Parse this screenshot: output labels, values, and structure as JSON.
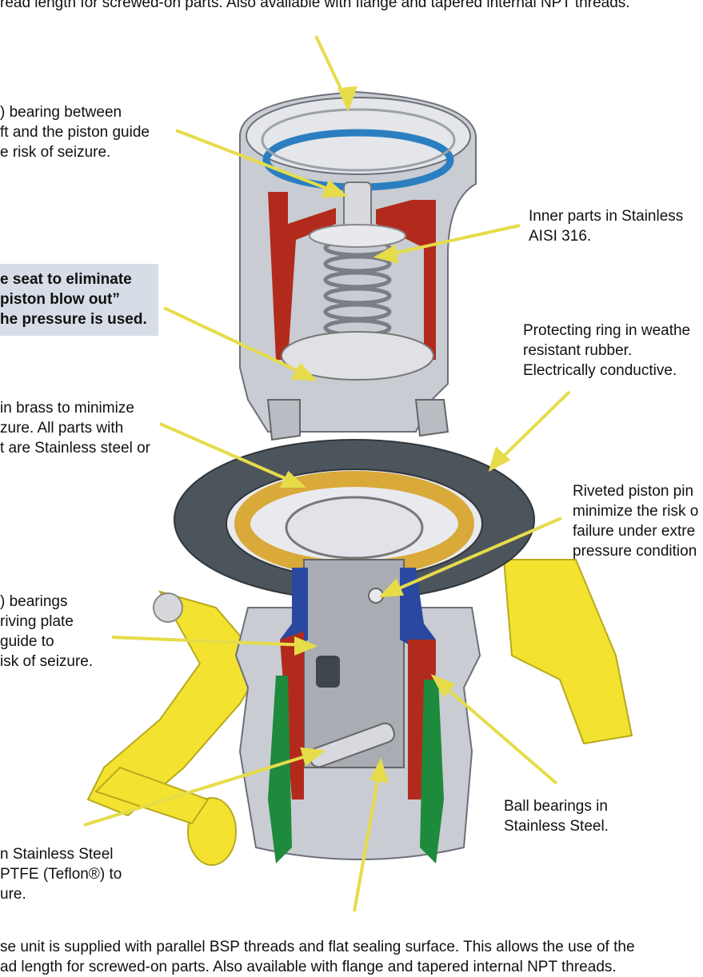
{
  "header_text": "read length for screwed-on parts. Also available with flange and tapered internal NPT threads.",
  "labels": {
    "bearing_shaft": [
      ") bearing between",
      "ft and the piston guide",
      "e risk of seizure."
    ],
    "inner_parts": [
      "Inner parts in Stainless",
      "AISI 316."
    ],
    "seat_box": [
      "e seat to eliminate",
      "piston blow out”",
      "he pressure is used."
    ],
    "protecting_ring": [
      "Protecting ring in weathe",
      "resistant rubber.",
      "Electrically conductive."
    ],
    "brass": [
      " in brass to minimize",
      "zure. All parts with",
      "t are Stainless  steel or"
    ],
    "riveted_pin": [
      "Riveted piston pin",
      "minimize the risk o",
      "failure under extre",
      "pressure condition"
    ],
    "bearings_plate": [
      ") bearings",
      "riving plate",
      " guide to",
      "isk of seizure."
    ],
    "ball_bearings": [
      "Ball bearings in",
      "Stainless Steel."
    ],
    "stainless_ptfe": [
      "n Stainless Steel",
      "PTFE (Teflon®) to",
      "ure."
    ]
  },
  "footer_lines": [
    "se unit is supplied with parallel BSP threads and flat sealing surface. This allows the use of the",
    "ad length for screwed-on parts. Also available with flange and tapered internal NPT threads."
  ],
  "colors": {
    "arrow": "#e6dc4a",
    "metal": "#c9ccd2",
    "metal_dark": "#8f939b",
    "red_section": "#b22a1c",
    "blue_section": "#2a48a0",
    "green_section": "#1e8a3c",
    "rubber": "#4d555c",
    "brass": "#d9a93a",
    "yellow_handle": "#f3e330",
    "callout_bg": "#d7dde6"
  }
}
